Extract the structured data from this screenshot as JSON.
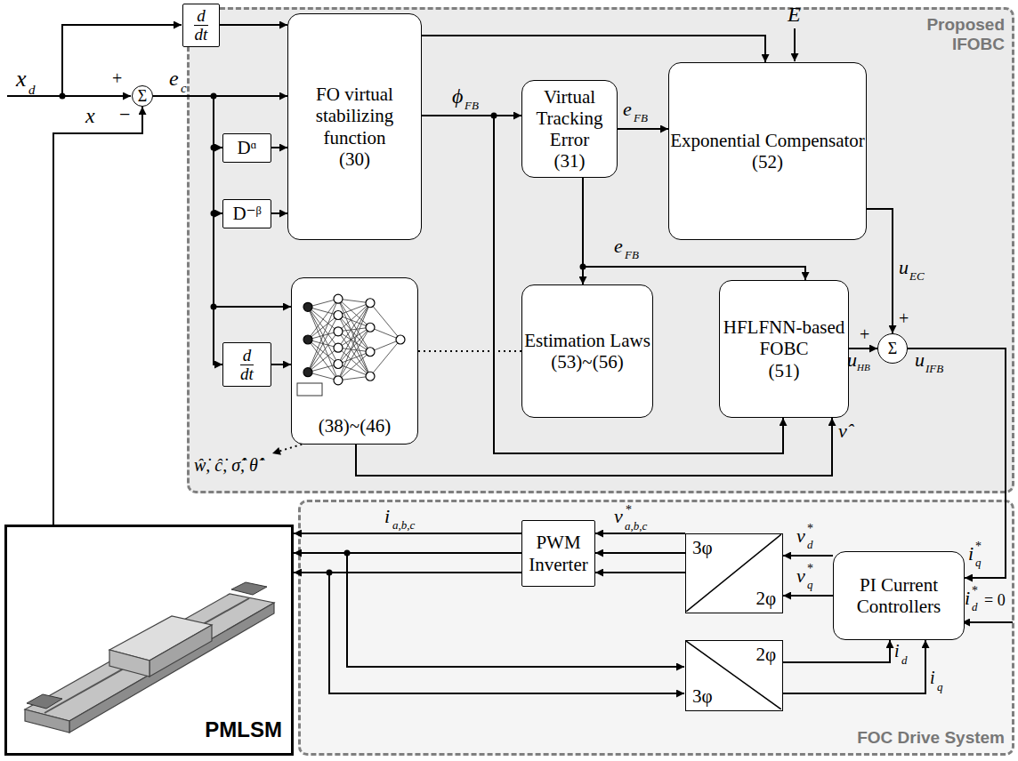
{
  "diagram": {
    "nodes": [
      {
        "text": [
          "Proposed IFOBC"
        ]
      },
      {
        "text": [
          "FOC Drive System"
        ]
      },
      {
        "text": [
          "d",
          "dt"
        ]
      },
      {
        "text": [
          "FO virtual stabilizing function",
          "(30)"
        ],
        "in": 0
      },
      {
        "text": [
          "Dᵅ"
        ],
        "in": 0
      },
      {
        "text": [
          "D⁻ᵝ"
        ],
        "in": 0
      },
      {
        "text": [
          "(38)~(46)"
        ],
        "in": 0
      },
      {
        "text": [
          "d",
          "dt"
        ],
        "in": 0
      },
      {
        "text": [
          "Virtual Tracking Error",
          "(31)"
        ],
        "in": 0
      },
      {
        "text": [
          "Estimation Laws",
          "(53)~(56)"
        ],
        "in": 0
      },
      {
        "text": [
          "Exponential Compensator",
          "(52)"
        ],
        "in": 0
      },
      {
        "text": [
          "HFLFNN-based FOBC",
          "(51)"
        ],
        "in": 0
      },
      {
        "text": [
          "Σ"
        ],
        "in": 0
      },
      {
        "text": [
          "PI Current Controllers"
        ],
        "in": 1
      },
      {
        "text": [
          "3φ",
          "2φ"
        ],
        "in": 1
      },
      {
        "text": [
          "2φ",
          "3φ"
        ],
        "in": 1
      },
      {
        "text": [
          "PWM Inverter"
        ],
        "in": 1
      },
      {
        "text": [
          "PMLSM"
        ]
      },
      {
        "text": [
          "Σ"
        ]
      }
    ],
    "edges": [
      {
        "from": 18,
        "to": 3,
        "arrow": "to"
      },
      {
        "from": 18,
        "to": 4,
        "arrow": "to"
      },
      {
        "from": 18,
        "to": 5,
        "arrow": "to"
      },
      {
        "from": 18,
        "to": 6,
        "arrow": "to"
      },
      {
        "from": 18,
        "to": 7,
        "arrow": "to"
      },
      {
        "from": 2,
        "to": 3,
        "arrow": "to"
      },
      {
        "from": 4,
        "to": 3,
        "arrow": "to"
      },
      {
        "from": 5,
        "to": 3,
        "arrow": "to"
      },
      {
        "from": 3,
        "to": 10,
        "arrow": "to"
      },
      {
        "from": 3,
        "to": 8,
        "arrow": "to"
      },
      {
        "from": 3,
        "to": 11,
        "arrow": "to"
      },
      {
        "from": 8,
        "to": 10,
        "arrow": "to"
      },
      {
        "from": 8,
        "to": 9,
        "arrow": "to"
      },
      {
        "from": 8,
        "to": 11,
        "arrow": "to"
      },
      {
        "from": 7,
        "to": 6,
        "arrow": "to"
      },
      {
        "from": 9,
        "to": 6,
        "arrow": "none"
      },
      {
        "from": 6,
        "to": 11,
        "arrow": "to"
      },
      {
        "from": 10,
        "to": 12,
        "arrow": "to"
      },
      {
        "from": 11,
        "to": 12,
        "arrow": "to"
      },
      {
        "from": 12,
        "to": 13,
        "arrow": "to"
      },
      {
        "from": 13,
        "to": 14,
        "arrow": "to"
      },
      {
        "from": 13,
        "to": 14,
        "arrow": "to"
      },
      {
        "from": 14,
        "to": 16,
        "arrow": "to"
      },
      {
        "from": 14,
        "to": 16,
        "arrow": "to"
      },
      {
        "from": 14,
        "to": 16,
        "arrow": "to"
      },
      {
        "from": 16,
        "to": 17,
        "arrow": "to"
      },
      {
        "from": 16,
        "to": 17,
        "arrow": "to"
      },
      {
        "from": 16,
        "to": 17,
        "arrow": "to"
      },
      {
        "from": 15,
        "to": 13,
        "arrow": "to"
      },
      {
        "from": 15,
        "to": 13,
        "arrow": "to"
      },
      {
        "from": 17,
        "to": 18,
        "arrow": "to"
      }
    ],
    "labels": [
      "x",
      "d",
      "+",
      "e",
      "c",
      "−",
      "x",
      "E",
      "ϕ",
      "FB",
      "e",
      "FB",
      "e",
      "FB",
      "u",
      "EC",
      "+",
      "+",
      "u",
      "HB",
      "u",
      "IFB",
      "ν̂",
      "ŵ̇, ĉ̇, σ̂̇, θ̂̇",
      "i",
      "a,b,c",
      "v",
      "*",
      "a,b,c",
      "v",
      "*",
      "d",
      "v",
      "*",
      "q",
      "i",
      "*",
      "q",
      "i",
      "*",
      "d",
      "= 0",
      "i",
      "d",
      "i",
      "q"
    ]
  }
}
